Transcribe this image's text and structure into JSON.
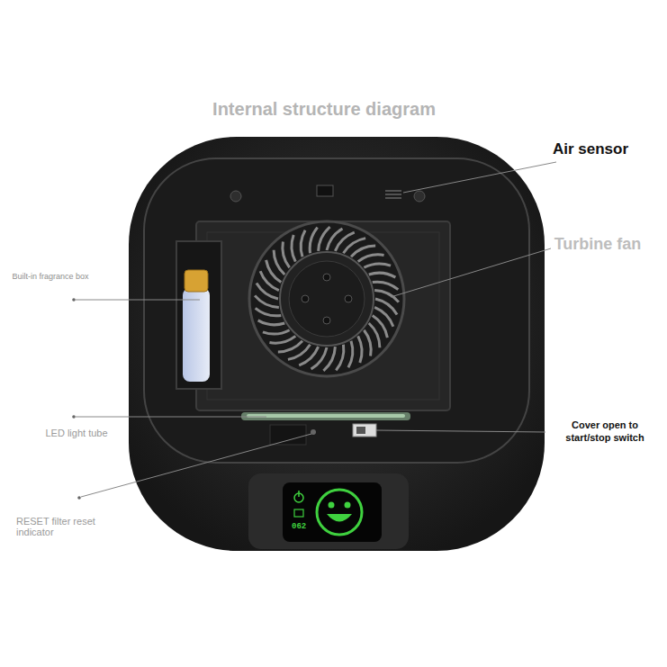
{
  "diagram": {
    "title": "Internal structure diagram",
    "labels": [
      "Air sensor",
      "Turbine fan",
      "Built-in fragrance box",
      "LED light tube",
      "Cover open to start/stop switch",
      "RESET filter reset indicator",
      "062"
    ]
  }
}
